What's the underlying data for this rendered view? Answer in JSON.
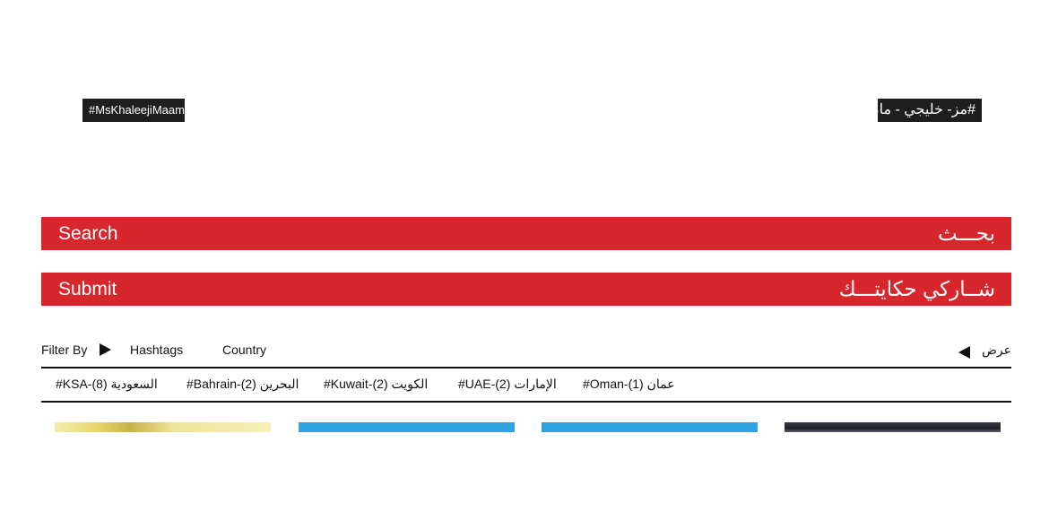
{
  "tags": {
    "english": "#MsKhaleejiMaam",
    "arabic": "#مز- خليجي - مام"
  },
  "search": {
    "label_en": "Search",
    "label_ar": "بحـــث"
  },
  "submit": {
    "label_en": "Submit",
    "label_ar": "شــاركي حكايتـــك"
  },
  "filter": {
    "label": "Filter By",
    "options": [
      "Hashtags",
      "Country"
    ],
    "view_label_ar": "عرض"
  },
  "hashtags": [
    "#KSA-السعودية (8)",
    "#Bahrain-البحرين (2)",
    "#Kuwait-الكويت (2)",
    "#UAE-الإمارات (2)",
    "#Oman-عمان (1)"
  ],
  "colors": {
    "accent_red": "#d7262c",
    "tag_bg": "#1e1e1e",
    "thumb_blue": "#2ea3df"
  }
}
